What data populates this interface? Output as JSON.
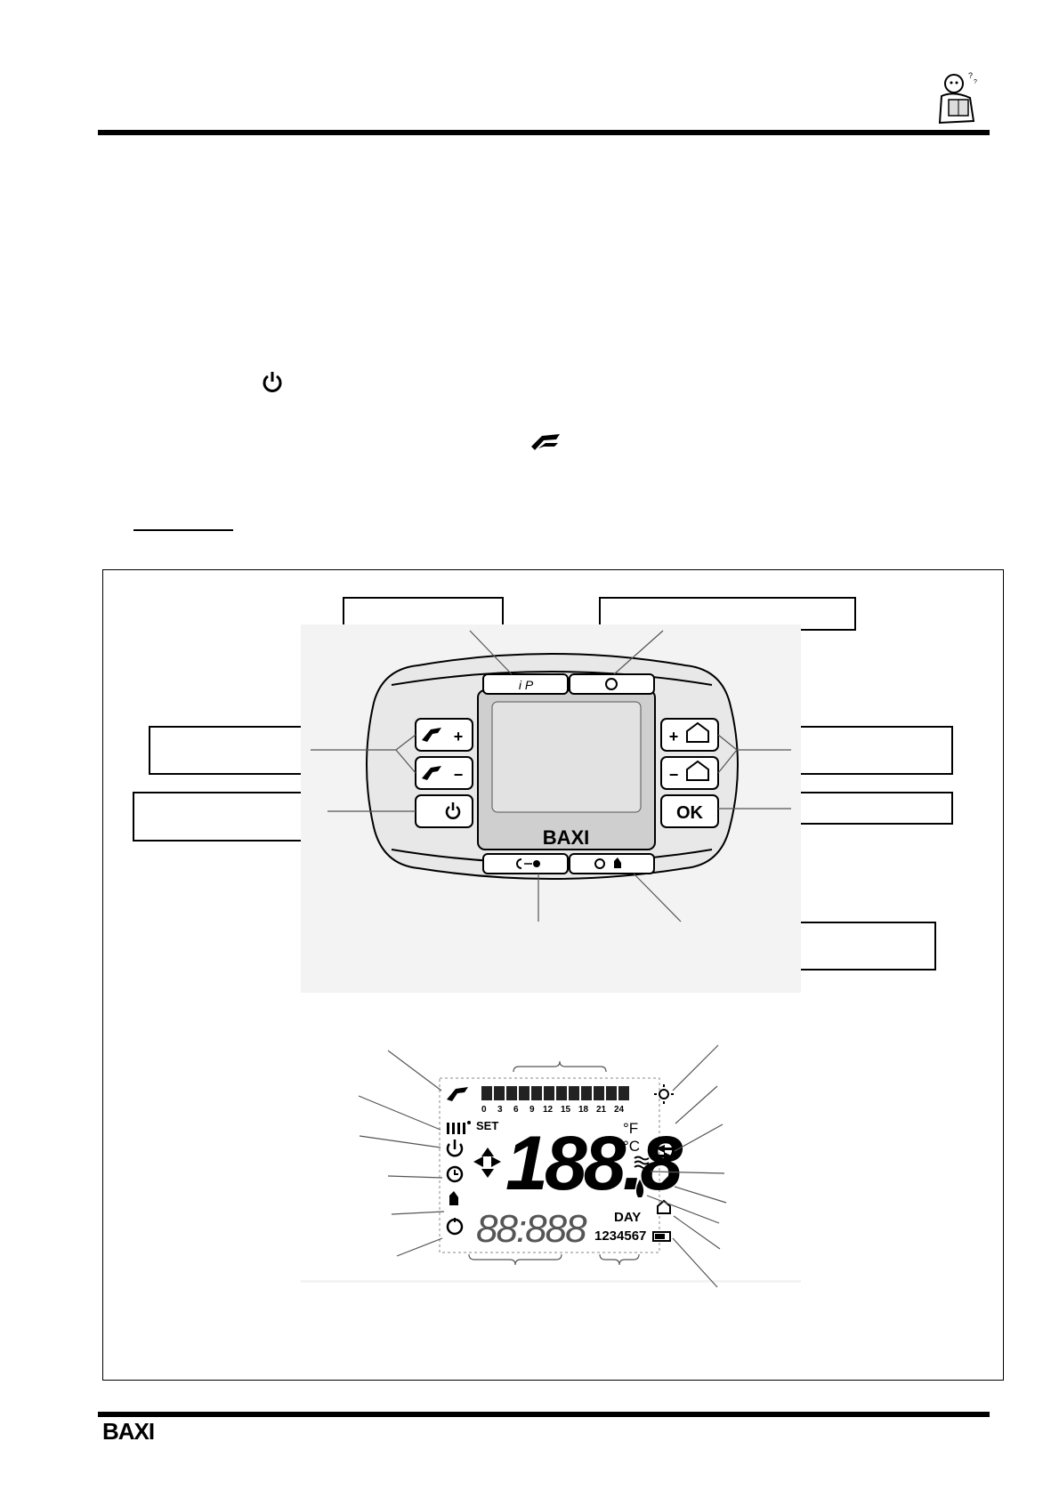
{
  "header": {
    "mascot_icon": "reading-technician-icon"
  },
  "body_icons": {
    "power_icon": "power-icon",
    "dhw_icon": "tap-water-icon"
  },
  "panel": {
    "brand": "BAXI",
    "buttons": {
      "top_left": "i P",
      "dhw_plus": "+",
      "dhw_minus": "−",
      "heat_plus": "+",
      "heat_minus": "−",
      "ok": "OK"
    }
  },
  "lcd": {
    "hours": [
      "0",
      "3",
      "6",
      "9",
      "12",
      "15",
      "18",
      "21",
      "24"
    ],
    "set": "SET",
    "main_digits": "188.8",
    "unit_f": "°F",
    "unit_c": "°C",
    "clock_digits": "88:888",
    "day_label": "DAY",
    "days": "1234567"
  },
  "footer": {
    "brand": "BAXI"
  }
}
